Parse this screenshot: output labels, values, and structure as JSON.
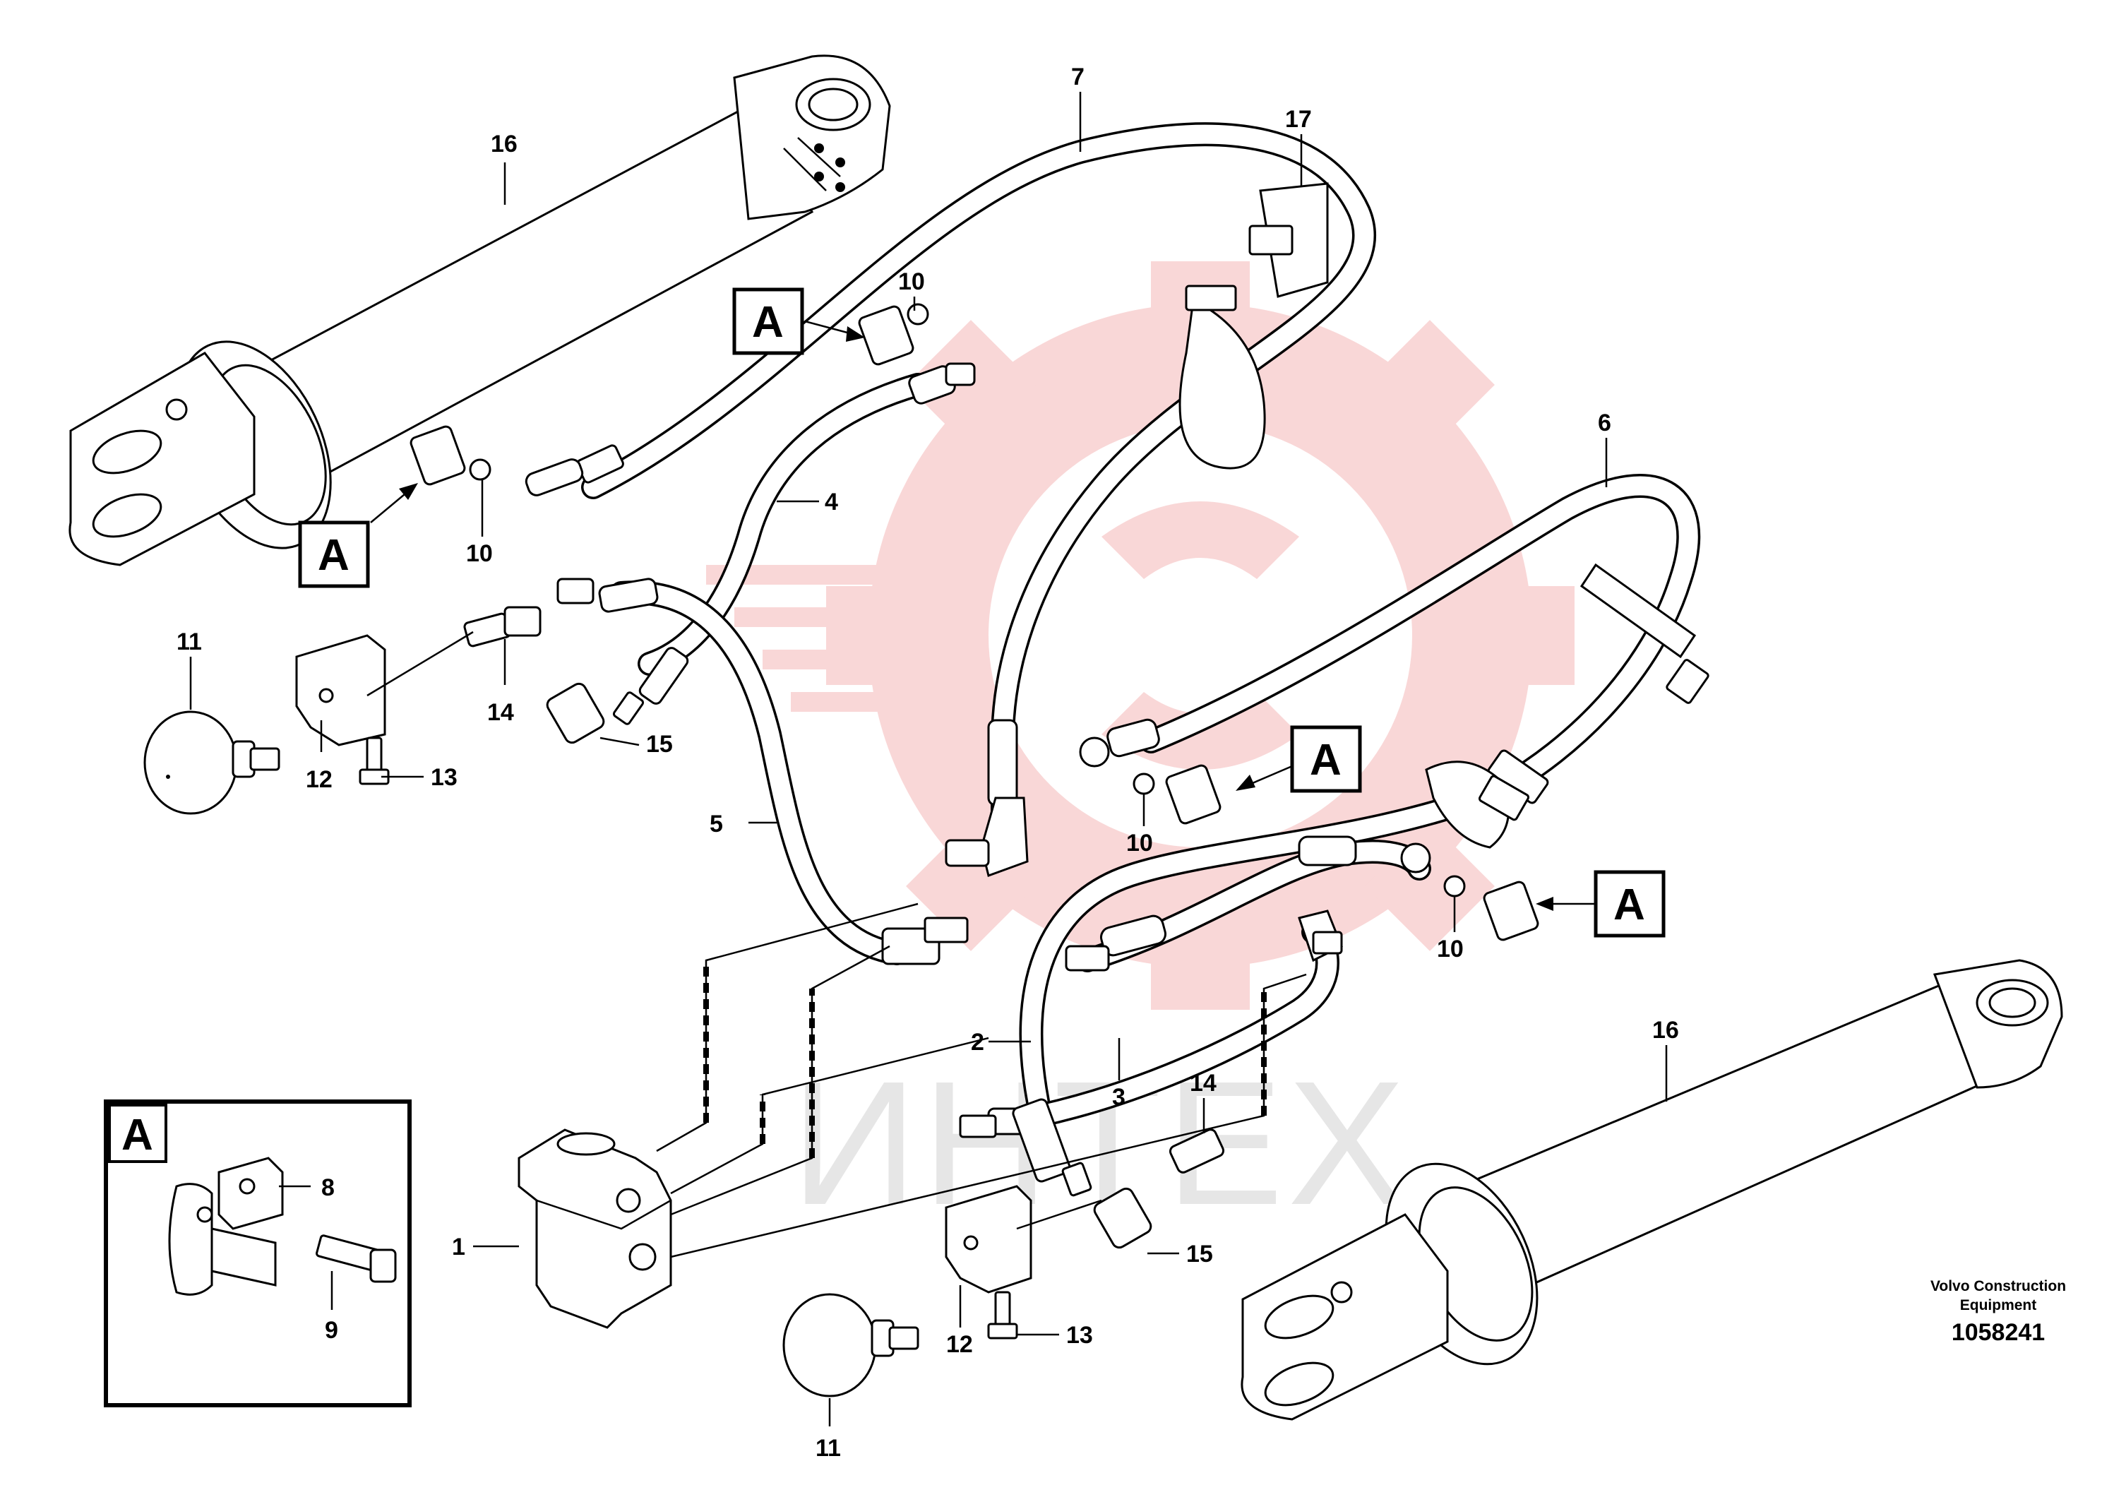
{
  "watermark": {
    "text": "ИНТЕХ",
    "color": "#f5c6c6"
  },
  "credit": {
    "line1": "Volvo Construction",
    "line2": "Equipment"
  },
  "part_number": "1058241",
  "detail_box": {
    "title": "A"
  },
  "callout_letter": "A",
  "labels": {
    "l1": "1",
    "l2": "2",
    "l3": "3",
    "l4": "4",
    "l5": "5",
    "l6": "6",
    "l7": "7",
    "l8": "8",
    "l9": "9",
    "l10a": "10",
    "l10b": "10",
    "l10c": "10",
    "l10d": "10",
    "l11a": "11",
    "l11b": "11",
    "l12a": "12",
    "l12b": "12",
    "l13a": "13",
    "l13b": "13",
    "l14a": "14",
    "l14b": "14",
    "l15a": "15",
    "l15b": "15",
    "l16a": "16",
    "l16b": "16",
    "l17": "17"
  }
}
